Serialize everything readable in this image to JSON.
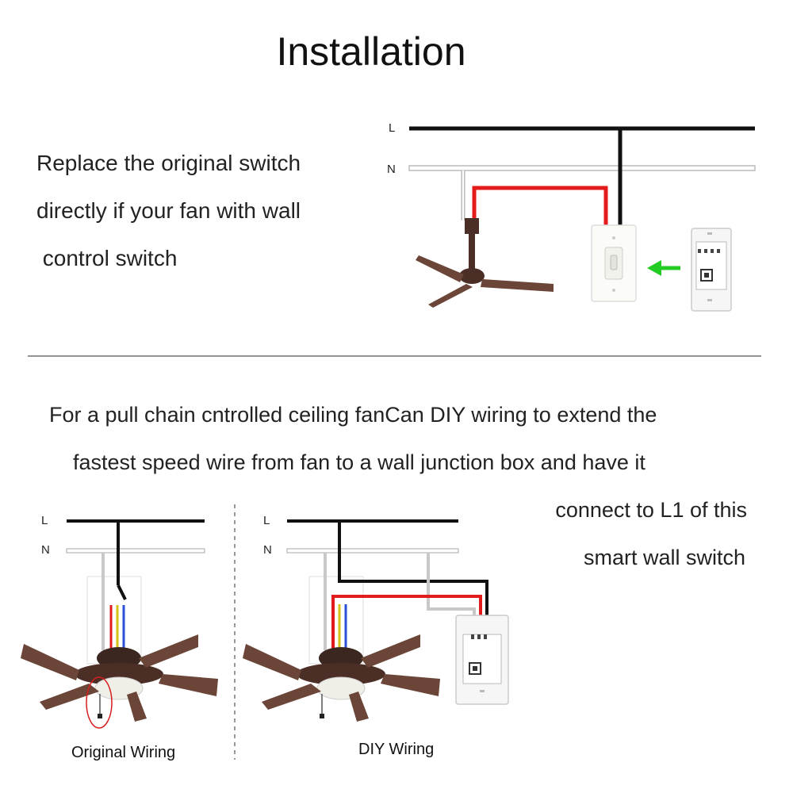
{
  "title": "Installation",
  "section1": {
    "text_lines": [
      "Replace the original switch",
      "directly if your fan with wall",
      " control switch"
    ],
    "wire_labels": {
      "live": "L",
      "neutral": "N"
    }
  },
  "section2": {
    "text_lines": [
      "For a pull chain cntrolled ceiling fanCan DIY wiring to extend the",
      "fastest speed wire from fan to a wall junction box and have it",
      "connect to L1 of this",
      "smart wall switch"
    ],
    "left_diagram": {
      "caption": "Original Wiring",
      "wire_labels": {
        "live": "L",
        "neutral": "N"
      }
    },
    "right_diagram": {
      "caption": "DIY Wiring",
      "wire_labels": {
        "live": "L",
        "neutral": "N"
      }
    }
  },
  "colors": {
    "live_wire": "#111111",
    "neutral_wire": "#cfcfcf",
    "switched_wire": "#e31b1b",
    "arrow": "#22cc22",
    "fan_blade": "#5a3a30",
    "circle_mark": "#d61f1f"
  }
}
